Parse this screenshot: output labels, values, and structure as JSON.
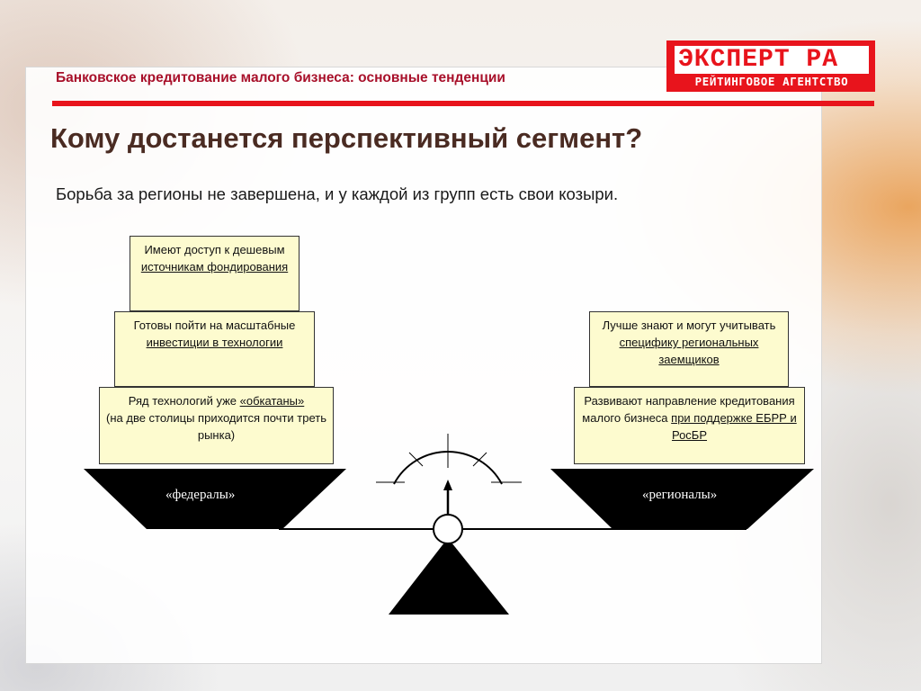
{
  "header": {
    "title": "Банковское кредитование малого бизнеса: основные тенденции"
  },
  "logo": {
    "top_text": "ЭКСПЕРТ РА",
    "bottom_text": "РЕЙТИНГОВОЕ АГЕНТСТВО"
  },
  "main_title": "Кому достанется перспективный сегмент?",
  "subtitle": "Борьба за регионы не завершена, и у каждой из групп есть свои козыри.",
  "left_stack": [
    {
      "plain": "Имеют доступ к дешевым ",
      "link": "источникам фондирования",
      "tail": ""
    },
    {
      "plain": "Готовы пойти на масштабные ",
      "link": "инвестиции в технологии",
      "tail": ""
    },
    {
      "plain": "Ряд технологий уже ",
      "link": "«обкатаны»",
      "tail": "(на две столицы  приходится почти треть  рынка)"
    }
  ],
  "right_stack": [
    {
      "plain": "Лучше знают и могут учитывать ",
      "link": "специфику региональных заемщиков",
      "tail": ""
    },
    {
      "plain": "Развивают направление кредитования малого бизнеса ",
      "link": "при поддержке ЕБРР и РосБР",
      "tail": ""
    }
  ],
  "pans": {
    "left_label": "«федералы»",
    "right_label": "«регионалы»"
  },
  "colors": {
    "accent_red": "#e8141c",
    "header_red": "#a8102a",
    "box_fill": "#fdfbcf",
    "title_brown": "#4a2b22"
  }
}
